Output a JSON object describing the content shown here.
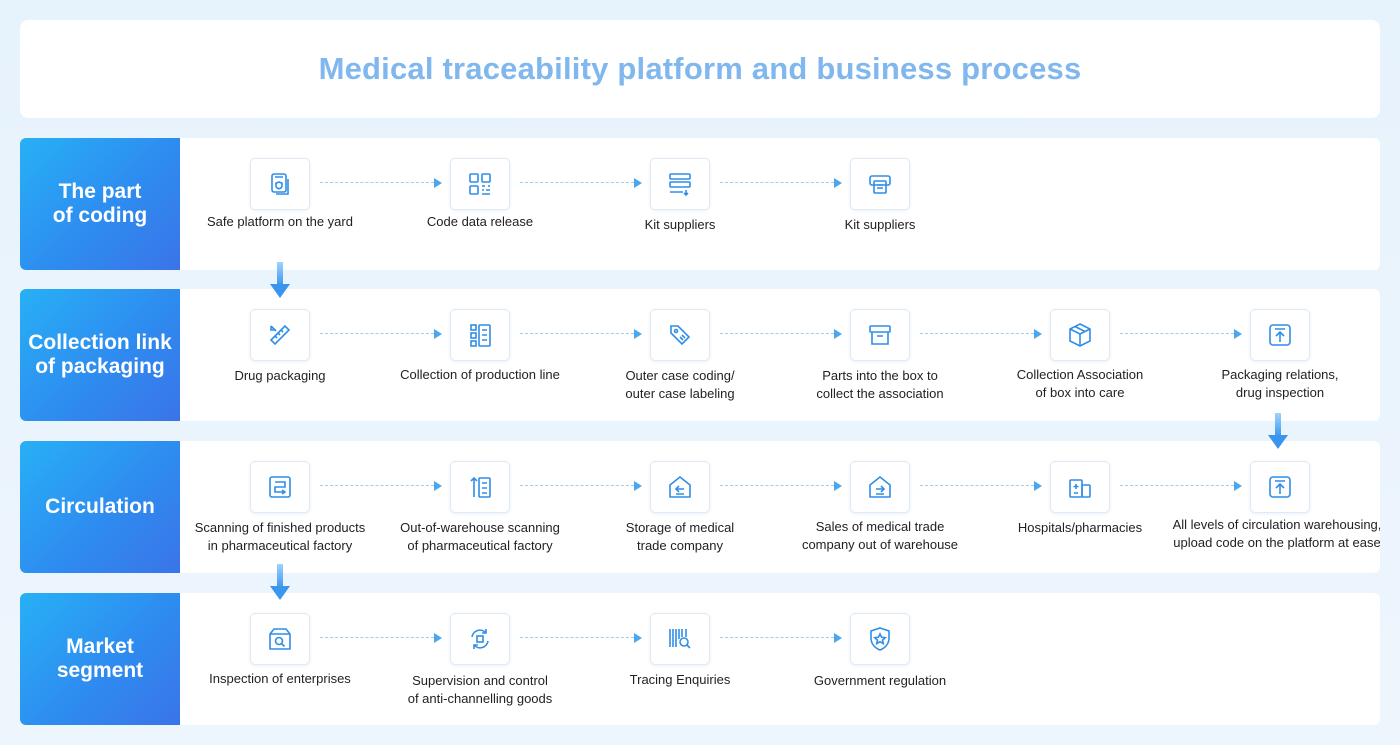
{
  "title": "Medical traceability platform and business process",
  "rows": [
    {
      "label": "The part\nof coding",
      "steps": [
        {
          "label": "Safe platform on the yard",
          "icon": "document-shield-icon"
        },
        {
          "label": "Code data release",
          "icon": "qr-code-icon"
        },
        {
          "label": "Kit suppliers",
          "icon": "stack-list-icon"
        },
        {
          "label": "Kit suppliers",
          "icon": "printer-icon"
        }
      ]
    },
    {
      "label": "Collection link\nof packaging",
      "steps": [
        {
          "label": "Drug packaging",
          "icon": "ruler-pencil-icon"
        },
        {
          "label": "Collection of production line",
          "icon": "production-line-icon"
        },
        {
          "label": "Outer case coding/\nouter case labeling",
          "icon": "tag-icon"
        },
        {
          "label": "Parts into the box to\ncollect the association",
          "icon": "archive-box-icon"
        },
        {
          "label": "Collection Association\nof box into care",
          "icon": "cube-icon"
        },
        {
          "label": "Packaging relations,\ndrug inspection",
          "icon": "upload-icon"
        }
      ]
    },
    {
      "label": "Circulation",
      "steps": [
        {
          "label": "Scanning of finished products\nin pharmaceutical factory",
          "icon": "scan-frame-icon"
        },
        {
          "label": "Out-of-warehouse scanning\nof pharmaceutical factory",
          "icon": "warehouse-out-icon"
        },
        {
          "label": "Storage of medical\ntrade company",
          "icon": "warehouse-in-icon"
        },
        {
          "label": "Sales of medical trade\ncompany out of warehouse",
          "icon": "warehouse-export-icon"
        },
        {
          "label": "Hospitals/pharmacies",
          "icon": "hospital-icon"
        },
        {
          "label": "All levels of circulation warehousing,\nupload code on the platform at ease",
          "icon": "upload-icon"
        }
      ]
    },
    {
      "label": "Market\nsegment",
      "steps": [
        {
          "label": "Inspection of enterprises",
          "icon": "box-search-icon"
        },
        {
          "label": "Supervision and control\nof anti-channelling goods",
          "icon": "cycle-icon"
        },
        {
          "label": "Tracing Enquiries",
          "icon": "barcode-search-icon"
        },
        {
          "label": "Government regulation",
          "icon": "shield-star-icon"
        }
      ]
    }
  ]
}
